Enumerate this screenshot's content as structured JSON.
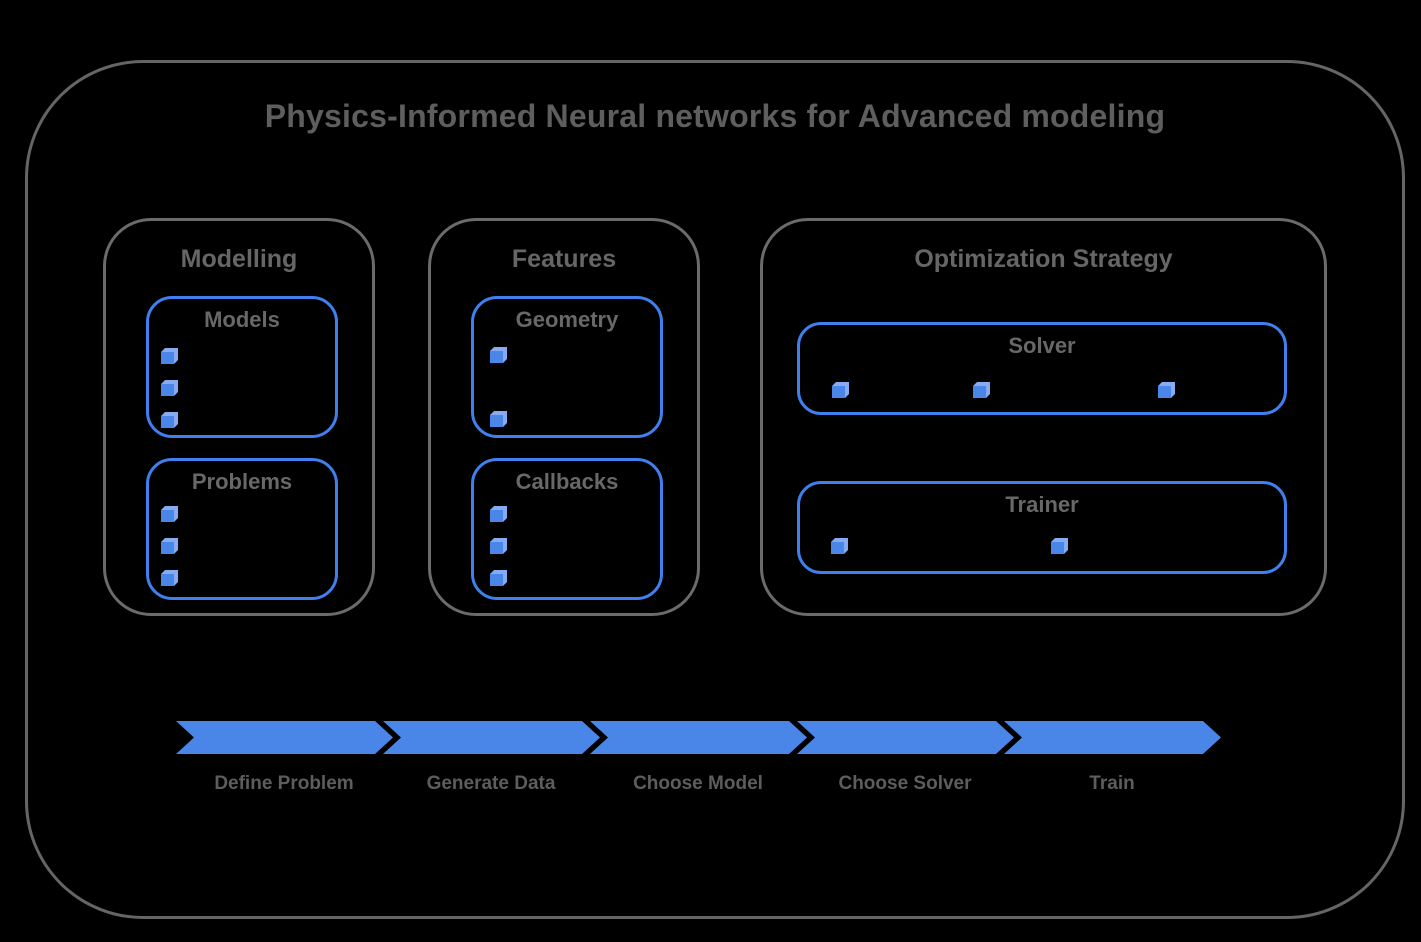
{
  "title": "Physics-Informed Neural networks for Advanced modeling",
  "groups": [
    {
      "label": "Modelling",
      "boxes": [
        {
          "label": "Models",
          "bullet_icon": "cube-icon",
          "bullet_count": 3
        },
        {
          "label": "Problems",
          "bullet_icon": "cube-icon",
          "bullet_count": 3
        }
      ]
    },
    {
      "label": "Features",
      "boxes": [
        {
          "label": "Geometry",
          "bullet_icon": "cube-icon",
          "bullet_count": 2
        },
        {
          "label": "Callbacks",
          "bullet_icon": "cube-icon",
          "bullet_count": 3
        }
      ]
    },
    {
      "label": "Optimization Strategy",
      "boxes": [
        {
          "label": "Solver",
          "bullet_icon": "cube-icon",
          "bullet_count": 3
        },
        {
          "label": "Trainer",
          "bullet_icon": "cube-icon",
          "bullet_count": 2
        }
      ]
    }
  ],
  "pipeline": {
    "steps": [
      "Define Problem",
      "Generate Data",
      "Choose Model",
      "Choose Solver",
      "Train"
    ]
  },
  "colors": {
    "background": "#000000",
    "outline_gray": "#656565",
    "group_border_gray": "#6b6b6b",
    "box_border_blue": "#3f80ee",
    "accent_blue": "#4a86e8",
    "cube_light_blue": "#85abf2",
    "text_gray": "#5e5e5e"
  }
}
